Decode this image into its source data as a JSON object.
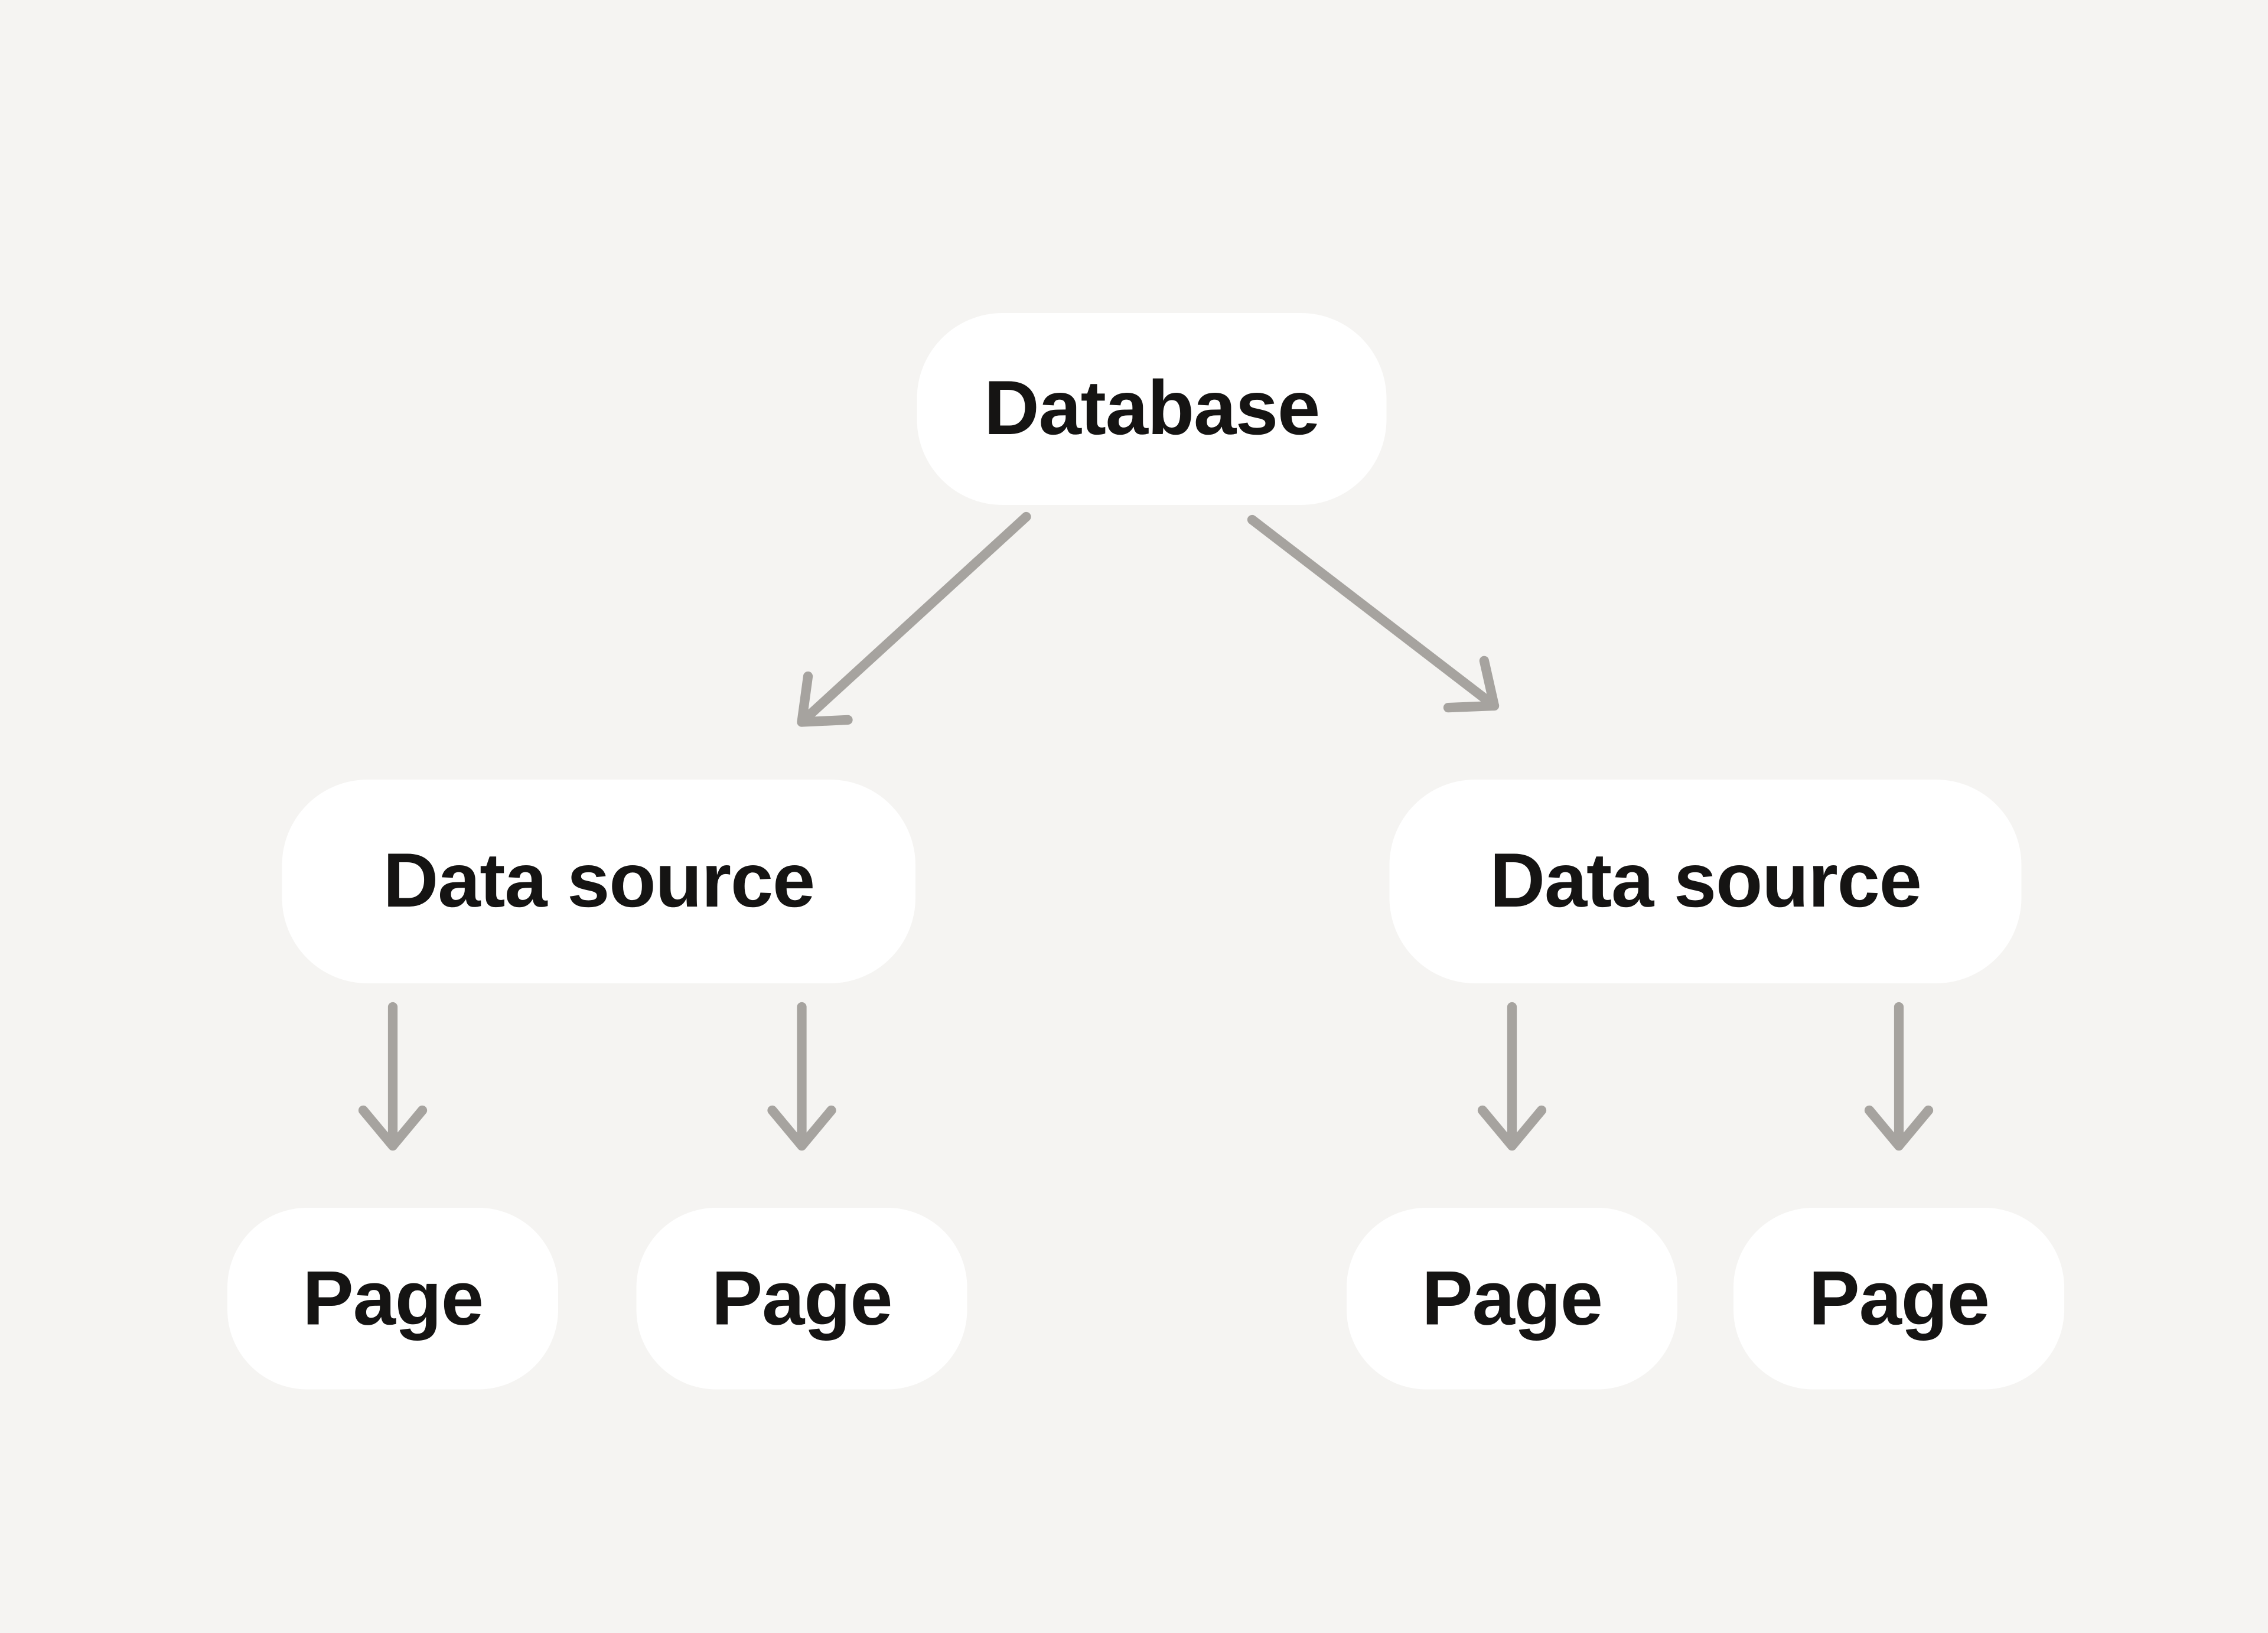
{
  "diagram": {
    "kind": "tree",
    "nodes": {
      "database": {
        "label": "Database"
      },
      "data_source_left": {
        "label": "Data source"
      },
      "data_source_right": {
        "label": "Data source"
      },
      "page_1": {
        "label": "Page"
      },
      "page_2": {
        "label": "Page"
      },
      "page_3": {
        "label": "Page"
      },
      "page_4": {
        "label": "Page"
      }
    },
    "edges": [
      {
        "from": "database",
        "to": "data_source_left"
      },
      {
        "from": "database",
        "to": "data_source_right"
      },
      {
        "from": "data_source_left",
        "to": "page_1"
      },
      {
        "from": "data_source_left",
        "to": "page_2"
      },
      {
        "from": "data_source_right",
        "to": "page_3"
      },
      {
        "from": "data_source_right",
        "to": "page_4"
      }
    ],
    "colors": {
      "background": "#F5F4F2",
      "node_fill": "#FFFFFF",
      "text": "#151413",
      "arrow": "#A6A39F"
    }
  }
}
